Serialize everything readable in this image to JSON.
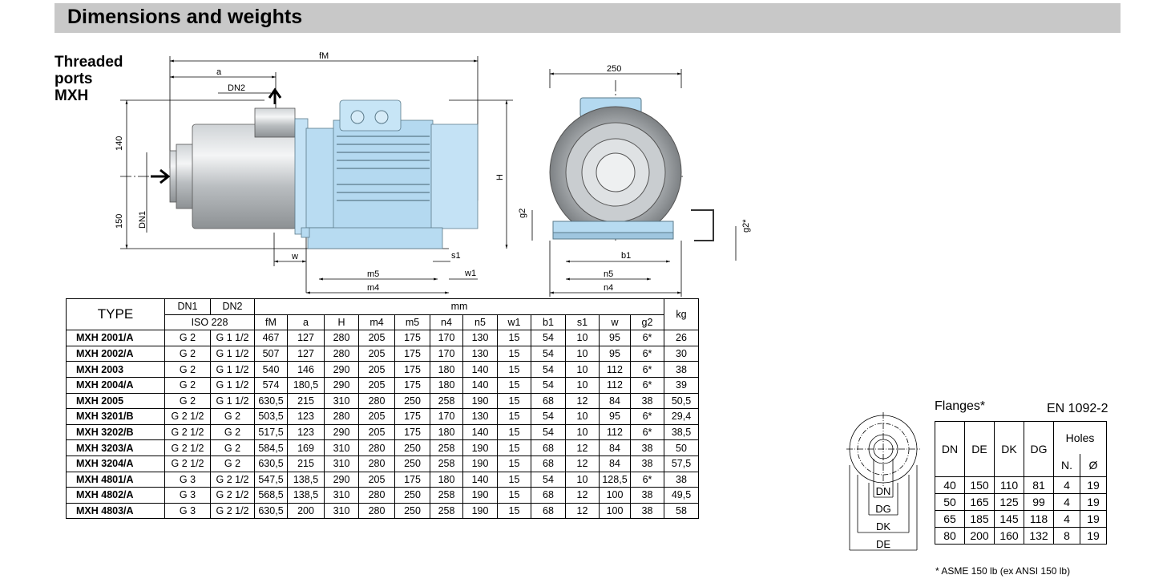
{
  "header": {
    "title": "Dimensions and weights"
  },
  "side_label": [
    "Threaded",
    "ports",
    "MXH"
  ],
  "drawing_labels": {
    "fM": "fM",
    "a": "a",
    "DN2": "DN2",
    "DN1": "DN1",
    "d140": "140",
    "d150": "150",
    "H": "H",
    "g2": "g2",
    "g2s": "g2*",
    "w": "w",
    "s1": "s1",
    "w1": "w1",
    "m5": "m5",
    "m4": "m4",
    "w250": "250",
    "b1": "b1",
    "n5": "n5",
    "n4": "n4"
  },
  "table": {
    "type_header": "TYPE",
    "dn1": "DN1",
    "dn2": "DN2",
    "iso": "ISO 228",
    "mm": "mm",
    "cols": [
      "fM",
      "a",
      "H",
      "m4",
      "m5",
      "n4",
      "n5",
      "w1",
      "b1",
      "s1",
      "w",
      "g2"
    ],
    "kg": "kg",
    "rows": [
      [
        "MXH 2001/A",
        "G 2",
        "G 1 1/2",
        "467",
        "127",
        "280",
        "205",
        "175",
        "170",
        "130",
        "15",
        "54",
        "10",
        "95",
        "6*",
        "26"
      ],
      [
        "MXH 2002/A",
        "G 2",
        "G 1 1/2",
        "507",
        "127",
        "280",
        "205",
        "175",
        "170",
        "130",
        "15",
        "54",
        "10",
        "95",
        "6*",
        "30"
      ],
      [
        "MXH 2003",
        "G 2",
        "G 1 1/2",
        "540",
        "146",
        "290",
        "205",
        "175",
        "180",
        "140",
        "15",
        "54",
        "10",
        "112",
        "6*",
        "38"
      ],
      [
        "MXH 2004/A",
        "G 2",
        "G 1 1/2",
        "574",
        "180,5",
        "290",
        "205",
        "175",
        "180",
        "140",
        "15",
        "54",
        "10",
        "112",
        "6*",
        "39"
      ],
      [
        "MXH 2005",
        "G 2",
        "G 1 1/2",
        "630,5",
        "215",
        "310",
        "280",
        "250",
        "258",
        "190",
        "15",
        "68",
        "12",
        "84",
        "38",
        "50,5"
      ],
      [
        "MXH 3201/B",
        "G 2 1/2",
        "G 2",
        "503,5",
        "123",
        "280",
        "205",
        "175",
        "170",
        "130",
        "15",
        "54",
        "10",
        "95",
        "6*",
        "29,4"
      ],
      [
        "MXH 3202/B",
        "G 2 1/2",
        "G 2",
        "517,5",
        "123",
        "290",
        "205",
        "175",
        "180",
        "140",
        "15",
        "54",
        "10",
        "112",
        "6*",
        "38,5"
      ],
      [
        "MXH 3203/A",
        "G 2 1/2",
        "G 2",
        "584,5",
        "169",
        "310",
        "280",
        "250",
        "258",
        "190",
        "15",
        "68",
        "12",
        "84",
        "38",
        "50"
      ],
      [
        "MXH 3204/A",
        "G 2 1/2",
        "G 2",
        "630,5",
        "215",
        "310",
        "280",
        "250",
        "258",
        "190",
        "15",
        "68",
        "12",
        "84",
        "38",
        "57,5"
      ],
      [
        "MXH 4801/A",
        "G 3",
        "G 2 1/2",
        "547,5",
        "138,5",
        "290",
        "205",
        "175",
        "180",
        "140",
        "15",
        "54",
        "10",
        "128,5",
        "6*",
        "38"
      ],
      [
        "MXH 4802/A",
        "G 3",
        "G 2 1/2",
        "568,5",
        "138,5",
        "310",
        "280",
        "250",
        "258",
        "190",
        "15",
        "68",
        "12",
        "100",
        "38",
        "49,5"
      ],
      [
        "MXH 4803/A",
        "G 3",
        "G 2 1/2",
        "630,5",
        "200",
        "310",
        "280",
        "250",
        "258",
        "190",
        "15",
        "68",
        "12",
        "100",
        "38",
        "58"
      ]
    ]
  },
  "flanges": {
    "title": "Flanges*",
    "standard": "EN 1092-2",
    "holes": "Holes",
    "cols": [
      "DN",
      "DE",
      "DK",
      "DG"
    ],
    "hole_cols": [
      "N.",
      "Ø"
    ],
    "rows": [
      [
        "40",
        "150",
        "110",
        "81",
        "4",
        "19"
      ],
      [
        "50",
        "165",
        "125",
        "99",
        "4",
        "19"
      ],
      [
        "65",
        "185",
        "145",
        "118",
        "4",
        "19"
      ],
      [
        "80",
        "200",
        "160",
        "132",
        "8",
        "19"
      ]
    ],
    "note": "* ASME 150 lb (ex ANSI 150 lb)",
    "diagram_labels": {
      "DN": "DN",
      "DG": "DG",
      "DK": "DK",
      "DE": "DE"
    }
  }
}
